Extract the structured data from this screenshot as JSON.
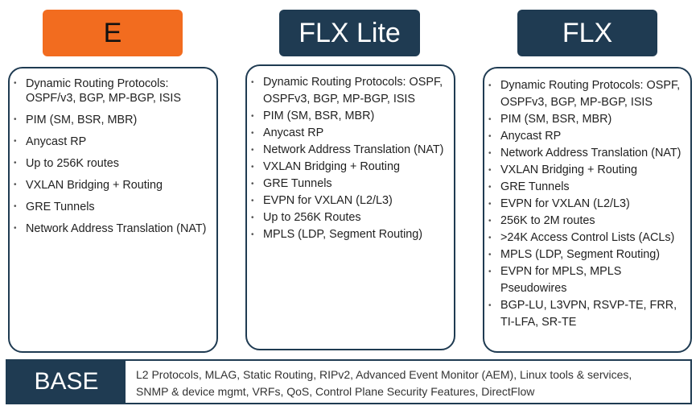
{
  "colors": {
    "e_header": "#f26c1f",
    "navy_header": "#1f3b52",
    "box_border": "#1f3b52",
    "base_label": "#1f3b52"
  },
  "tiers": [
    {
      "name": "E",
      "features": [
        "Dynamic Routing Protocols: OSPF/v3, BGP, MP-BGP, ISIS",
        "PIM (SM, BSR, MBR)",
        "Anycast RP",
        "Up to 256K routes",
        "VXLAN Bridging + Routing",
        "GRE Tunnels",
        "Network Address Translation (NAT)"
      ]
    },
    {
      "name": "FLX Lite",
      "features": [
        "Dynamic Routing Protocols: OSPF, OSPFv3, BGP, MP-BGP, ISIS",
        "PIM (SM, BSR, MBR)",
        "Anycast RP",
        "Network Address Translation (NAT)",
        "VXLAN Bridging + Routing",
        "GRE Tunnels",
        "EVPN for VXLAN (L2/L3)",
        "Up to 256K Routes",
        "MPLS (LDP, Segment Routing)"
      ]
    },
    {
      "name": "FLX",
      "features": [
        "Dynamic Routing Protocols: OSPF, OSPFv3, BGP, MP-BGP, ISIS",
        "PIM (SM, BSR, MBR)",
        "Anycast RP",
        "Network Address Translation (NAT)",
        "VXLAN Bridging + Routing",
        "GRE Tunnels",
        "EVPN for VXLAN (L2/L3)",
        "256K to 2M routes",
        ">24K Access Control Lists (ACLs)",
        "MPLS (LDP, Segment Routing)",
        "EVPN for MPLS, MPLS Pseudowires",
        "BGP-LU, L3VPN, RSVP-TE, FRR, TI-LFA, SR-TE"
      ]
    }
  ],
  "base": {
    "label": "BASE",
    "lines": [
      "L2 Protocols, MLAG, Static Routing, RIPv2, Advanced Event Monitor (AEM), Linux tools & services,",
      "SNMP & device mgmt, VRFs, QoS, Control Plane Security Features, DirectFlow"
    ]
  }
}
